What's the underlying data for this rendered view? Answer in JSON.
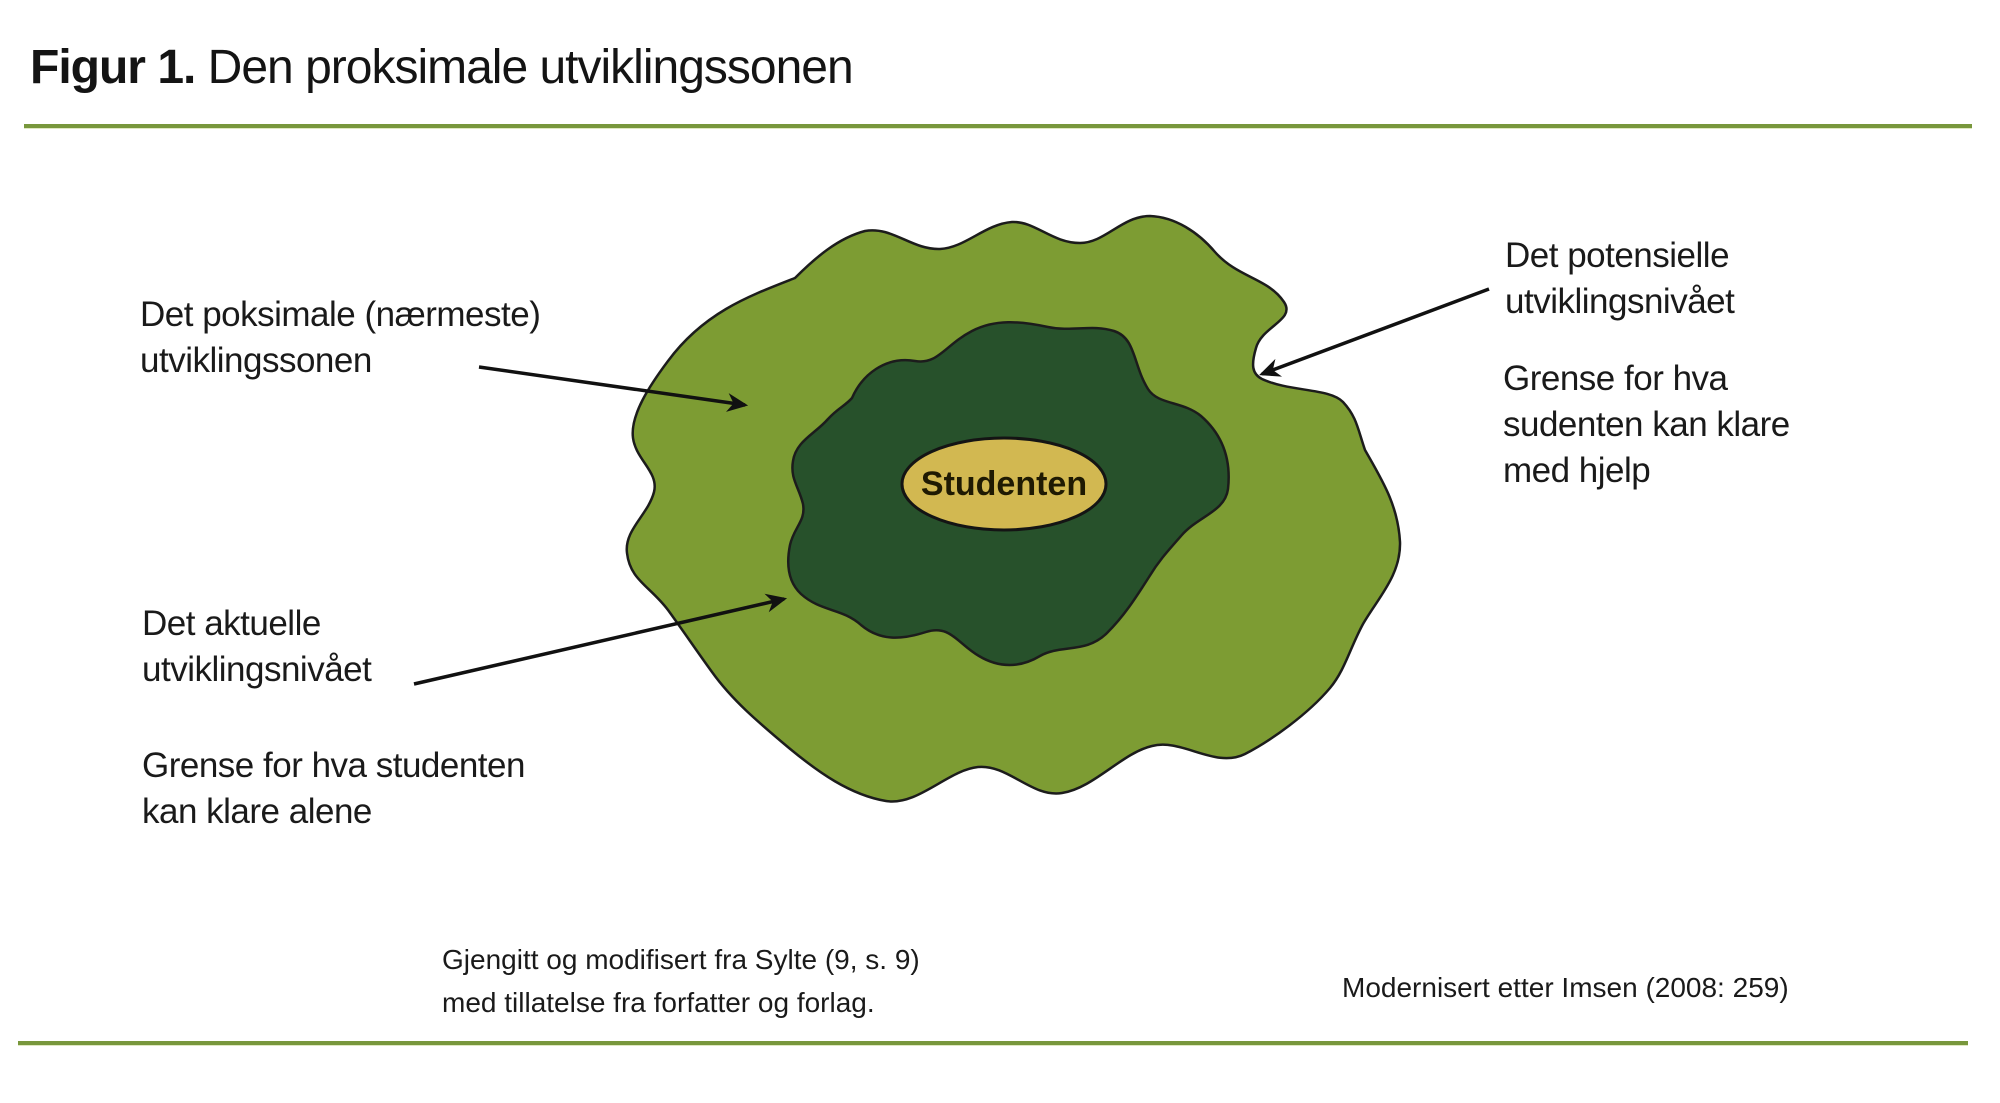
{
  "figure": {
    "title": {
      "prefix": "Figur 1.",
      "text": " Den proksimale utviklingssonen"
    }
  },
  "colors": {
    "outer_zone": "#7d9c33",
    "inner_zone": "#27512b",
    "student_ellipse": "#d2b851",
    "rule": "#78973c",
    "outline": "#1c1c1c",
    "arrow": "#111111"
  },
  "diagram": {
    "student_label": "Studenten",
    "labels": {
      "proximal_zone": {
        "line1": "Det poksimale (nærmeste)",
        "line2": "utviklingssonen"
      },
      "potential_level": {
        "line1": "Det potensielle",
        "line2": "utviklingsnivået"
      },
      "potential_boundary": {
        "line1": "Grense for hva",
        "line2": "sudenten kan klare",
        "line3": "med hjelp"
      },
      "actual_level": {
        "line1": "Det aktuelle",
        "line2": "utviklingsnivået"
      },
      "actual_boundary": {
        "line1": "Grense for hva studenten",
        "line2": "kan klare alene"
      }
    }
  },
  "captions": {
    "left": {
      "line1": "Gjengitt og modifisert fra Sylte (9, s. 9)",
      "line2": "med tillatelse fra forfatter og forlag."
    },
    "right": "Modernisert etter Imsen (2008: 259)"
  }
}
